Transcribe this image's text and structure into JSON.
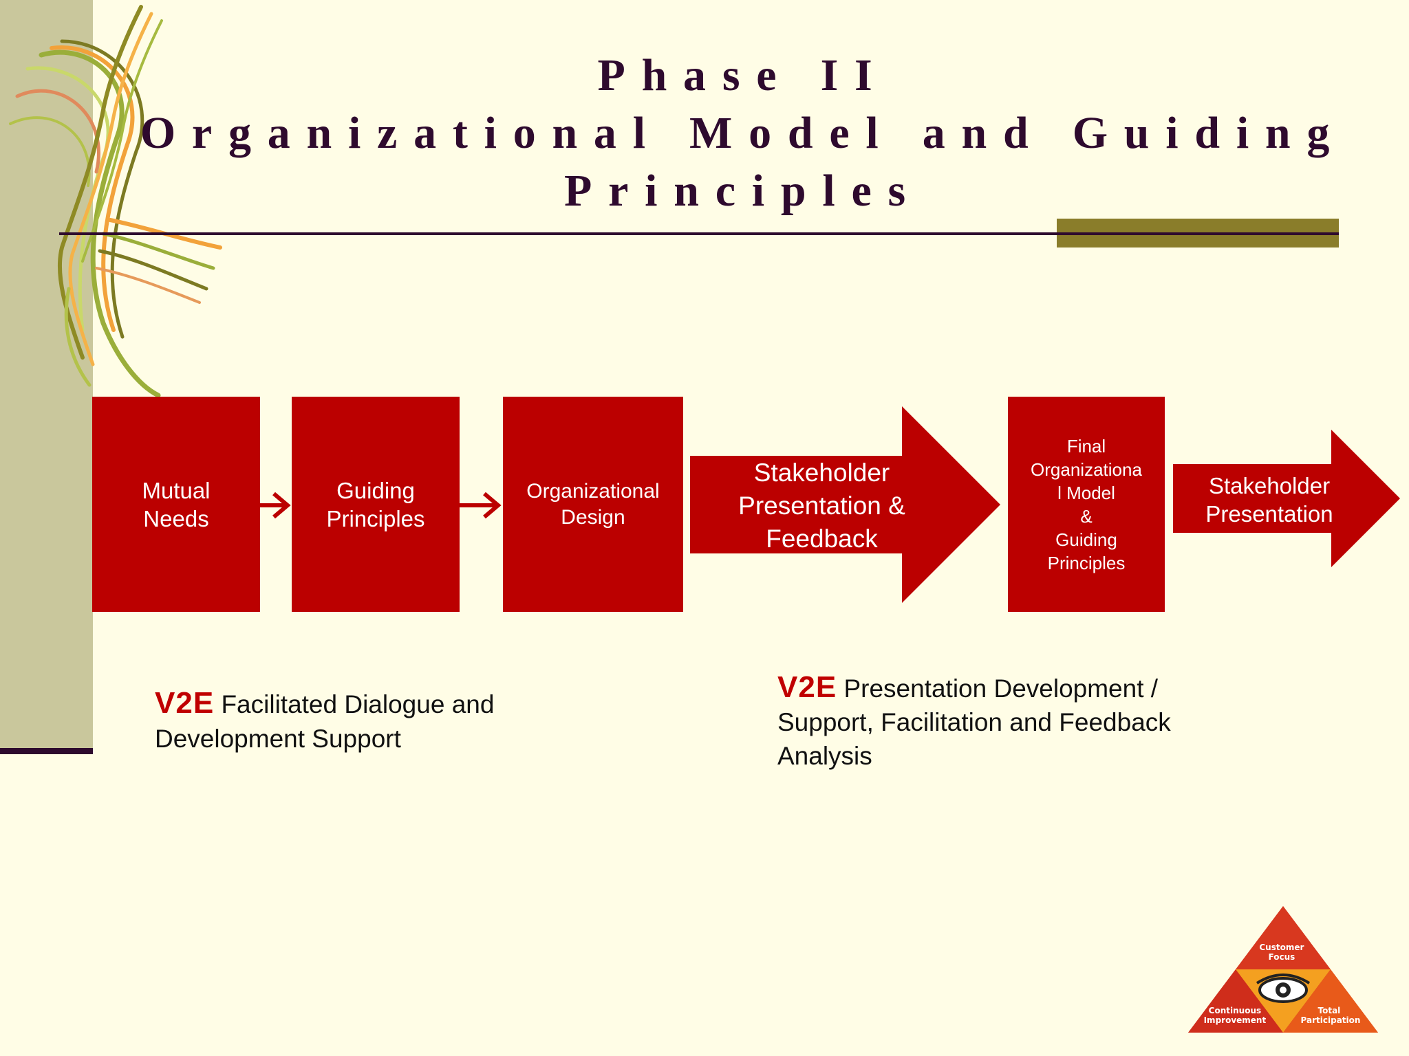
{
  "slide": {
    "title_lines": [
      "Phase II",
      "Organizational Model and Guiding",
      "Principles"
    ]
  },
  "process": {
    "steps": [
      {
        "id": "mutual-needs",
        "label": "Mutual\nNeeds"
      },
      {
        "id": "guiding-principles",
        "label": "Guiding\nPrinciples"
      },
      {
        "id": "organizational-design",
        "label": "Organizational\nDesign"
      },
      {
        "id": "stakeholder-feedback",
        "label": "Stakeholder\nPresentation &\nFeedback"
      },
      {
        "id": "final-model",
        "label": "Final\nOrganizationa\nl Model\n&\nGuiding\nPrinciples"
      },
      {
        "id": "stakeholder-presentation",
        "label": "Stakeholder\nPresentation"
      }
    ]
  },
  "notes": {
    "left": {
      "brand": "V2E",
      "text": " Facilitated Dialogue and\nDevelopment Support"
    },
    "right": {
      "brand": "V2E",
      "text": " Presentation Development /\nSupport, Facilitation and Feedback\nAnalysis"
    }
  },
  "logo": {
    "top": "Customer\nFocus",
    "left": "Continuous\nImprovement",
    "right": "Total\nParticipation",
    "center_icon": "eye-icon"
  },
  "colors": {
    "background": "#FFFDE6",
    "step_red": "#BB0000",
    "title_purple": "#2E0A2E",
    "side_bar": "#C9C79C",
    "accent_olive": "#8A7D2A",
    "brand_red": "#C00000"
  }
}
